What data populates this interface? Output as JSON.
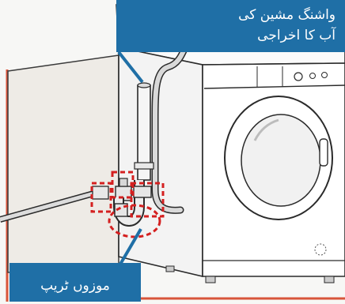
{
  "callouts": {
    "top_line1": "واشنگ مشین کی",
    "top_line2": "آب کا اخراجی",
    "bottom": "موزوں ٹریپ"
  },
  "colors": {
    "callout_bg": "#1f6fa6",
    "callout_text": "#ffffff",
    "highlight_dash": "#d42020",
    "wall_frame": "#d8553a",
    "wall_face": "#f4f2ee",
    "machine_body": "#ffffff",
    "outline": "#2a2a2a"
  },
  "icons": {
    "machine": "washing-machine",
    "pipe": "standpipe",
    "trap": "p-trap",
    "outlet": "wall-outlet-valve"
  }
}
